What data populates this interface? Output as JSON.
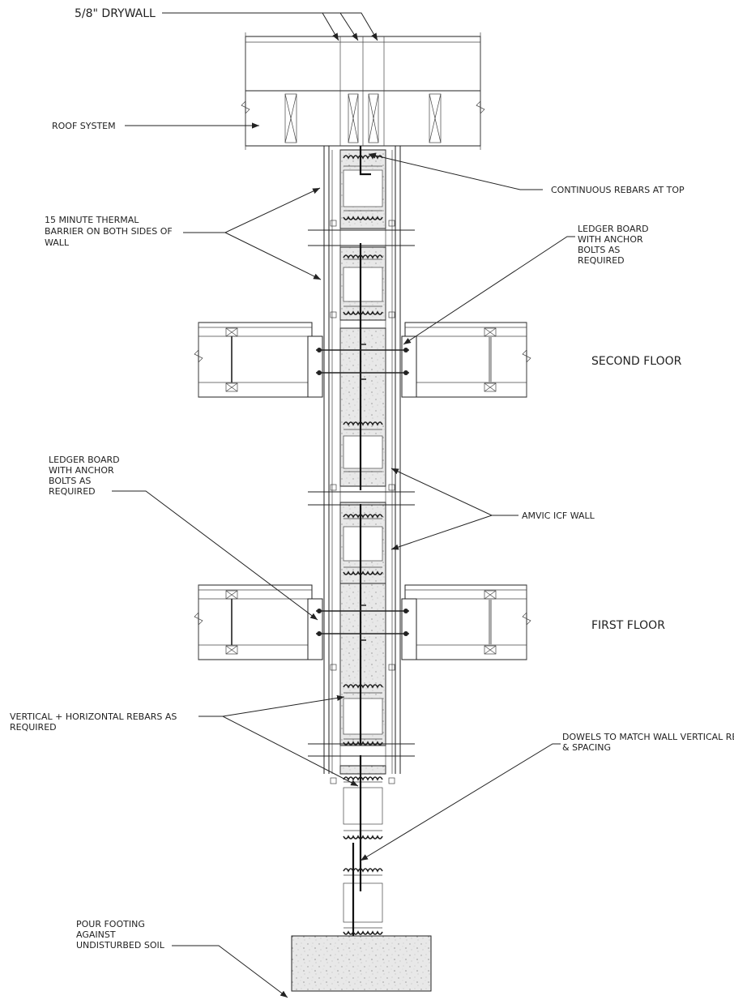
{
  "labels": {
    "drywall": "5/8\" DRYWALL",
    "roof_system": "ROOF SYSTEM",
    "continuous_rebars": "CONTINUOUS REBARS AT TOP",
    "thermal_barrier_1": "15 MINUTE THERMAL",
    "thermal_barrier_2": "BARRIER ON BOTH SIDES OF",
    "thermal_barrier_3": "WALL",
    "ledger_top_1": "LEDGER BOARD",
    "ledger_top_2": "WITH ANCHOR",
    "ledger_top_3": "BOLTS AS",
    "ledger_top_4": "REQUIRED",
    "second_floor": "SECOND FLOOR",
    "ledger_left_1": "LEDGER BOARD",
    "ledger_left_2": "WITH ANCHOR",
    "ledger_left_3": "BOLTS AS",
    "ledger_left_4": "REQUIRED",
    "amvic_wall": "AMVIC ICF WALL",
    "first_floor": "FIRST FLOOR",
    "vert_horiz_1": "VERTICAL + HORIZONTAL REBARS AS",
    "vert_horiz_2": "REQUIRED",
    "dowels_1": "DOWELS TO MATCH WALL VERTICAL REINF'C",
    "dowels_2": "& SPACING",
    "footing_1": "POUR FOOTING",
    "footing_2": "AGAINST",
    "footing_3": "UNDISTURBED SOIL"
  },
  "colors": {
    "line": "#222222",
    "concrete_fill": "#e6e6e6",
    "background": "#ffffff"
  }
}
